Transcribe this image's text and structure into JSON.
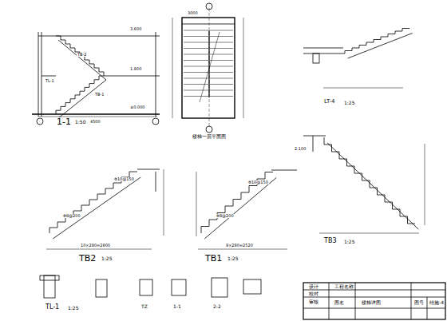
{
  "diagram": {
    "labels": [
      "1-1",
      "1:50",
      "楼梯一层平面图",
      "LT-4",
      "1:25",
      "TB2",
      "1:25",
      "TB1",
      "1:25",
      "TB3",
      "1:25",
      "TL-1",
      "1:25",
      "TZ",
      "1-1",
      "2-2",
      "3.600",
      "1.800",
      "±0.000",
      "TB-2",
      "TB-1",
      "TL-1",
      "4500",
      "3000",
      "10×280=2800",
      "9×280=2520",
      "Φ10@150",
      "Φ8@200",
      "Φ10@150",
      "Φ8@200",
      "2.100",
      "设计",
      "校对",
      "审核",
      "工程名称",
      "图名",
      "楼梯详图",
      "图号",
      "结施-4"
    ]
  }
}
